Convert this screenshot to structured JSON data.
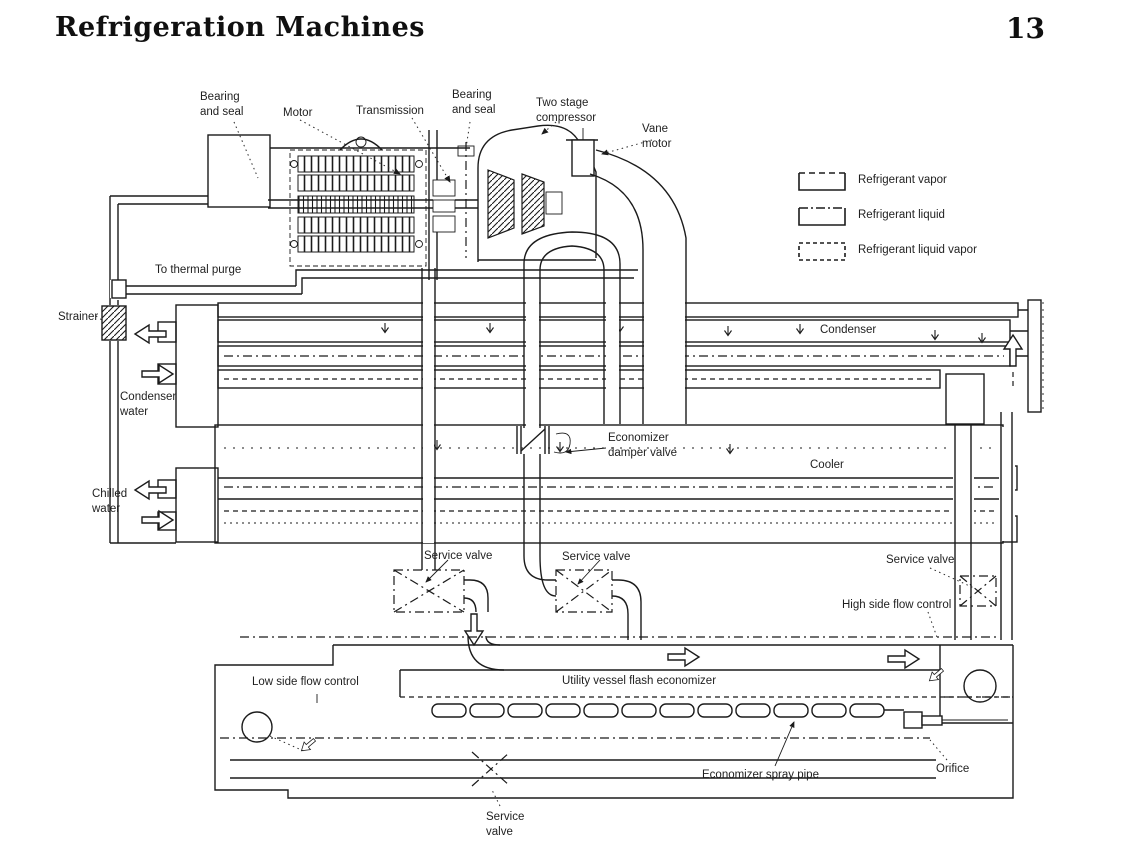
{
  "page": {
    "title": "Refrigeration Machines",
    "page_number": "13"
  },
  "legend": {
    "items": [
      {
        "label": "Refrigerant vapor"
      },
      {
        "label": "Refrigerant liquid"
      },
      {
        "label": "Refrigerant liquid vapor"
      }
    ]
  },
  "diagram": {
    "labels": {
      "bearing_seal_left": {
        "text": "Bearing\nand seal"
      },
      "motor": {
        "text": "Motor"
      },
      "transmission": {
        "text": "Transmission"
      },
      "bearing_seal_right": {
        "text": "Bearing\nand seal"
      },
      "two_stage_compressor": {
        "text": "Two stage\ncompressor"
      },
      "vane_motor": {
        "text": "Vane\nmotor"
      },
      "to_thermal_purge": {
        "text": "To thermal purge"
      },
      "strainer": {
        "text": "Strainer"
      },
      "condenser_water": {
        "text": "Condenser\nwater"
      },
      "chilled_water": {
        "text": "Chilled\nwater"
      },
      "condenser": {
        "text": "Condenser"
      },
      "economizer_damper_valve": {
        "text": "Economizer\ndamper valve"
      },
      "cooler": {
        "text": "Cooler"
      },
      "service_valve_1": {
        "text": "Service valve"
      },
      "service_valve_2": {
        "text": "Service valve"
      },
      "service_valve_3": {
        "text": "Service valve"
      },
      "high_side_flow_control": {
        "text": "High side flow control"
      },
      "low_side_flow_control": {
        "text": "Low side flow control"
      },
      "utility_vessel": {
        "text": "Utility vessel flash economizer"
      },
      "economizer_spray_pipe": {
        "text": "Economizer spray pipe"
      },
      "orifice": {
        "text": "Orifice"
      },
      "service_valve_4": {
        "text": "Service\nvalve"
      }
    }
  }
}
